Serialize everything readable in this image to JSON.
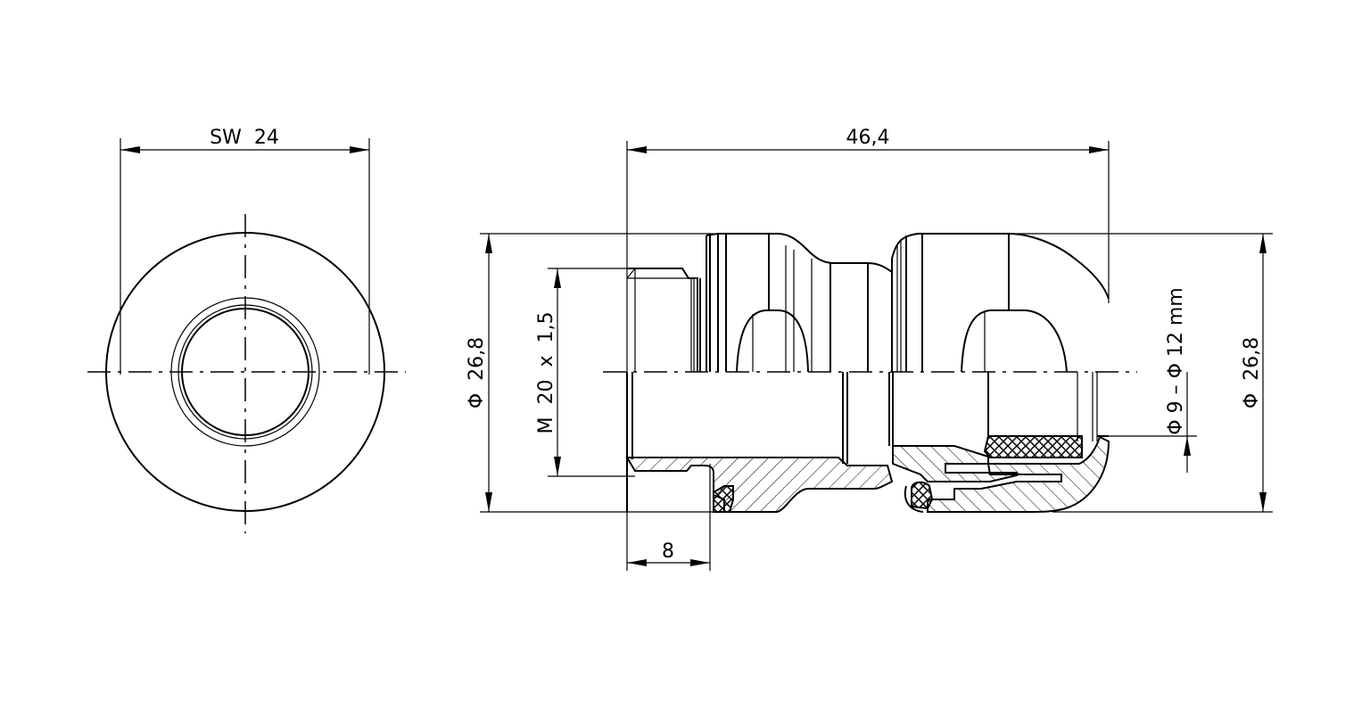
{
  "drawing": {
    "type": "technical-drawing",
    "subject": "cable gland",
    "views": [
      "front view (end)",
      "side view (half section)"
    ],
    "colors": {
      "line": "#000000",
      "background": "#ffffff"
    }
  },
  "front_view": {
    "dimensions": {
      "across_flats": "SW  24"
    }
  },
  "side_view": {
    "dimensions": {
      "overall_length": "46,4",
      "outer_diameter_left": "Φ  26,8",
      "thread": "M  20  x  1,5",
      "outer_diameter_right": "Φ  26,8",
      "clamping_range": "Φ 9 – Φ 12 mm",
      "thread_length": "8"
    }
  }
}
